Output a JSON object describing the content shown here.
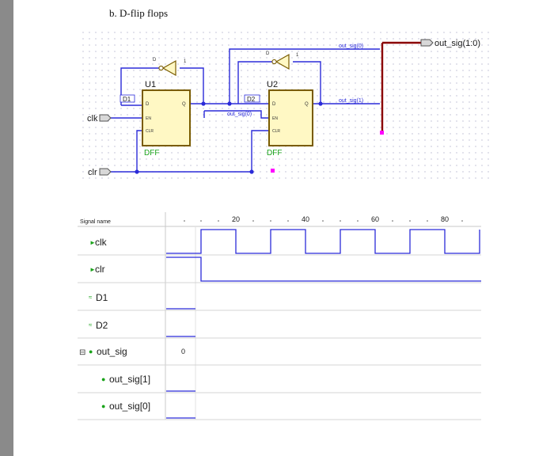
{
  "page": {
    "title": "b.   D-flip flops"
  },
  "schematic": {
    "inputs": {
      "clk": "clk",
      "clr": "clr"
    },
    "output_port": "out_sig(1:0)",
    "bus_labels": {
      "top": "out_sig(0)",
      "right": "out_sig(1)",
      "mid": "out_sig(0)"
    },
    "net_labels": {
      "d1": "D1",
      "d2": "D2"
    },
    "u1": {
      "ref": "U1",
      "type": "DFF",
      "pins": {
        "d": "D",
        "q": "Q",
        "en": "EN",
        "clr": "CLR"
      }
    },
    "u2": {
      "ref": "U2",
      "type": "DFF",
      "pins": {
        "d": "D",
        "q": "Q",
        "en": "EN",
        "clr": "CLR"
      }
    },
    "inverter_pins": {
      "in": "D",
      "out": "1"
    },
    "colors": {
      "wire": "#2b2bd9",
      "bus": "#8b0000",
      "block_fill": "#fff8c4",
      "block_border": "#7a5c00",
      "label_green": "#1aa31a",
      "probe": "#ff00ff"
    }
  },
  "waveform": {
    "header": "Signal name",
    "ticks": [
      "20",
      "40",
      "60",
      "80"
    ],
    "signals": [
      {
        "name": "clk",
        "value": ""
      },
      {
        "name": "clr",
        "value": ""
      },
      {
        "name": "D1",
        "value": ""
      },
      {
        "name": "D2",
        "value": ""
      },
      {
        "name": "out_sig",
        "value": "0",
        "expander": "⊟"
      },
      {
        "name": "out_sig[1]",
        "value": ""
      },
      {
        "name": "out_sig[0]",
        "value": ""
      }
    ]
  }
}
